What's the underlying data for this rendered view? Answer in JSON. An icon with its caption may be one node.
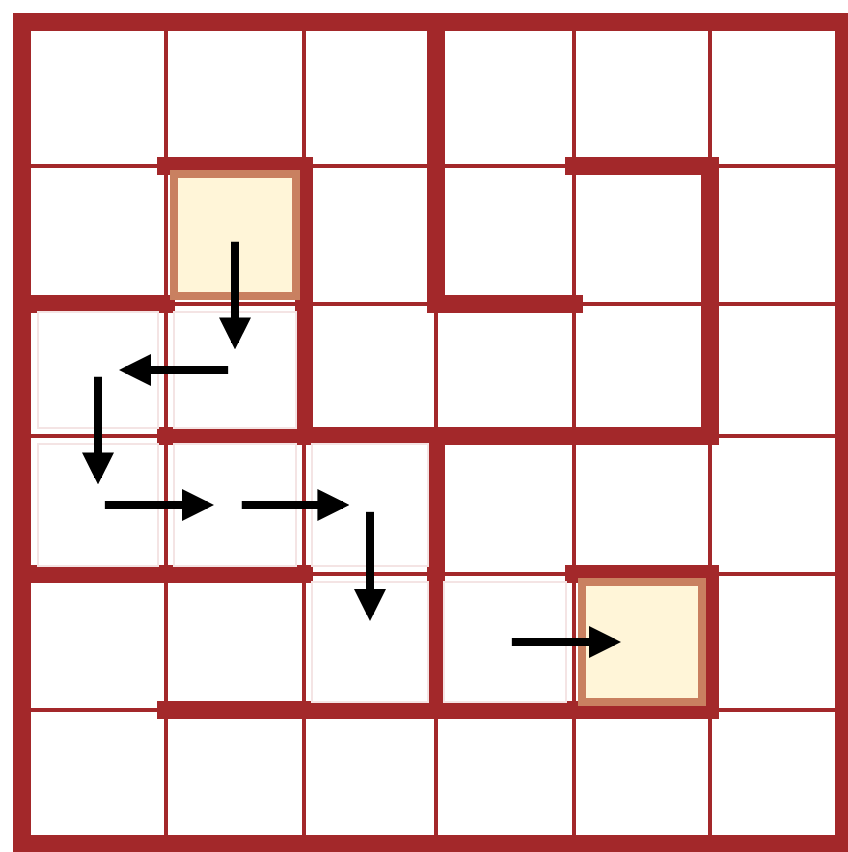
{
  "diagram": {
    "nodes": [
      {
        "text": [],
        "shape": "box"
      },
      {
        "text": [],
        "shape": "box"
      },
      {
        "text": [],
        "shape": "box"
      },
      {
        "text": [],
        "shape": "box"
      },
      {
        "text": [],
        "shape": "box"
      },
      {
        "text": [],
        "shape": "box"
      },
      {
        "text": [],
        "shape": "box"
      },
      {
        "text": [],
        "shape": "box"
      },
      {
        "text": [],
        "shape": "box"
      }
    ],
    "edges": [
      {
        "from": 0,
        "to": 2,
        "arrow": "to"
      },
      {
        "from": 2,
        "to": 1,
        "arrow": "to"
      },
      {
        "from": 1,
        "to": 3,
        "arrow": "to"
      },
      {
        "from": 3,
        "to": 4,
        "arrow": "to"
      },
      {
        "from": 4,
        "to": 5,
        "arrow": "to"
      },
      {
        "from": 5,
        "to": 6,
        "arrow": "to"
      },
      {
        "from": 7,
        "to": 8,
        "arrow": "to"
      }
    ]
  }
}
